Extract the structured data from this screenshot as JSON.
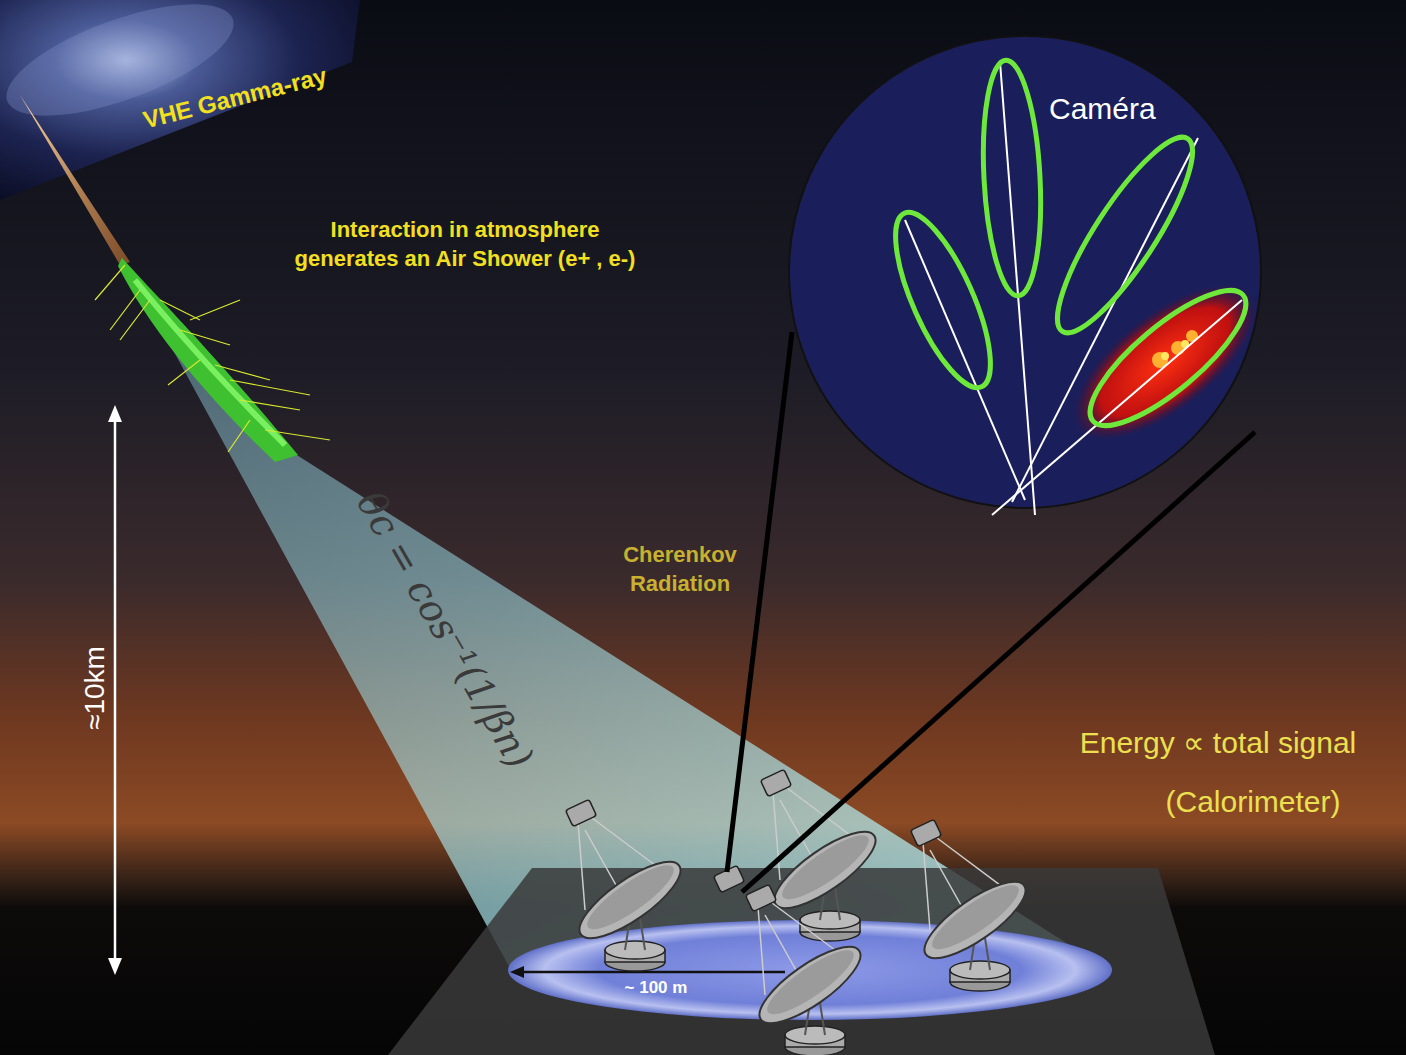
{
  "diagram": {
    "nodes": [
      {
        "text": [
          "Caméra"
        ]
      }
    ],
    "labels": [
      "VHE Gamma-ray",
      "Interaction in atmosphere generates an Air Shower (e+ , e-)",
      "≈10km",
      "θc = cos⁻¹(1/βn)",
      "Cherenkov Radiation",
      "Energy ∝ total signal",
      "(Calorimeter)",
      "~ 100 m"
    ]
  }
}
